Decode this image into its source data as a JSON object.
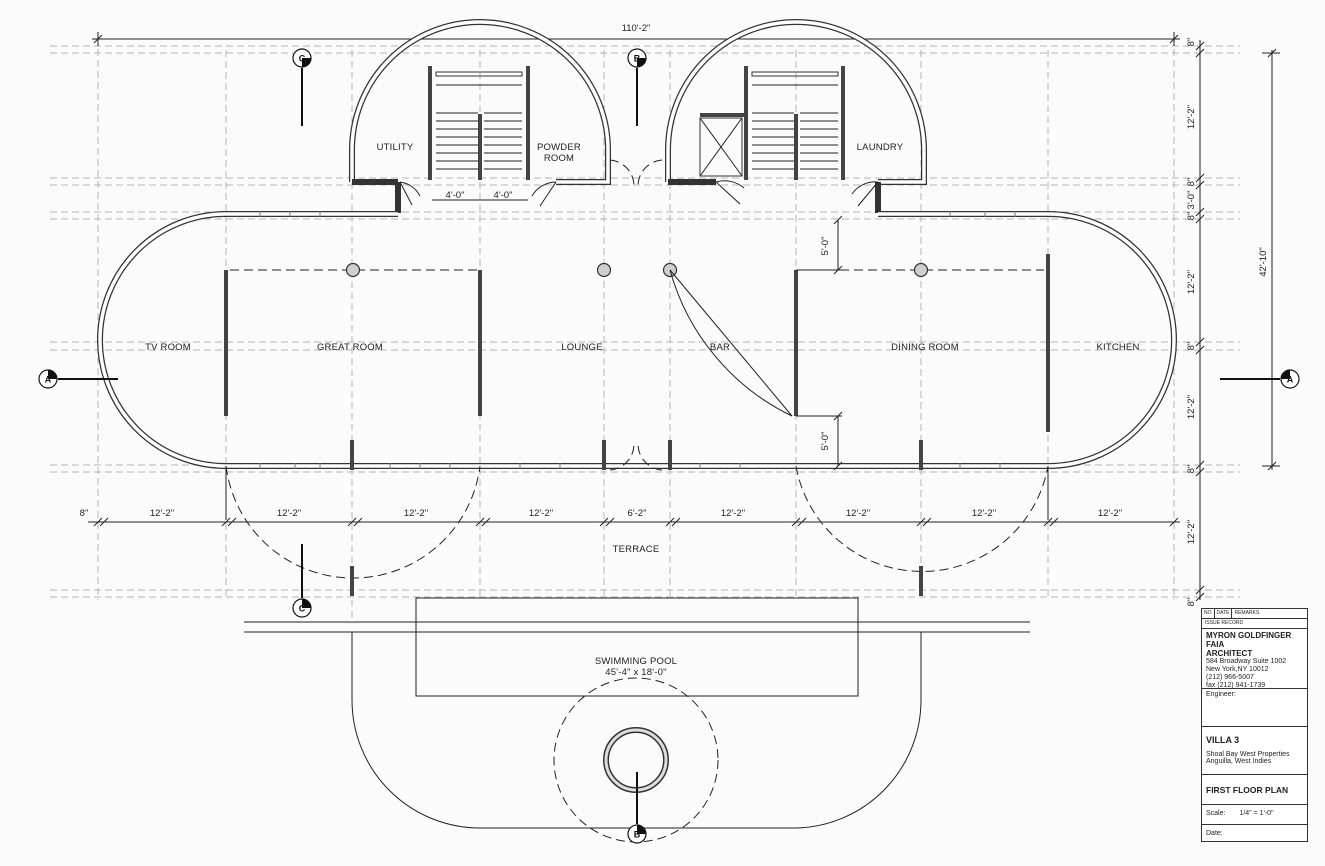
{
  "rooms": {
    "utility": "UTILITY",
    "powder_room_1": "POWDER",
    "powder_room_2": "ROOM",
    "laundry": "LAUNDRY",
    "tv_room": "TV ROOM",
    "great_room": "GREAT ROOM",
    "lounge": "LOUNGE",
    "bar": "BAR",
    "dining_room": "DINING ROOM",
    "kitchen": "KITCHEN",
    "terrace": "TERRACE",
    "pool_1": "SWIMMING POOL",
    "pool_2": "45'-4\" x 18'-0\""
  },
  "dimensions": {
    "overall_width": "110'-2\"",
    "overall_depth": "42'-10\"",
    "stair_a": "4'-0\"",
    "stair_b": "4'-0\"",
    "bar_top": "5'-0\"",
    "bar_bottom": "5'-0\"",
    "bottom_row": [
      "8\"",
      "12'-2\"",
      "12'-2\"",
      "12'-2\"",
      "12'-2\"",
      "6'-2\"",
      "12'-2\"",
      "12'-2\"",
      "12'-2\"",
      "12'-2\""
    ],
    "right_col": [
      "8\"",
      "12'-2\"",
      "8\"",
      "3'-0\"",
      "8\"",
      "12'-2\"",
      "8\"",
      "12'-2\"",
      "8\"",
      "12'-2\"",
      "8\""
    ]
  },
  "section_markers": {
    "a": "A",
    "b": "B",
    "c": "C"
  },
  "title_block": {
    "col_no": "NO",
    "col_date": "DATE",
    "col_remarks": "REMARKS",
    "issue_record": "ISSUE RECORD",
    "firm_1": "MYRON GOLDFINGER FAIA",
    "firm_2": "ARCHITECT",
    "address_1": "584 Broadway  Suite 1002",
    "address_2": "New York,NY 10012",
    "phone": "(212) 966-5007",
    "fax": "fax (212) 941-1739",
    "engineer": "Engineer:",
    "project": "VILLA 3",
    "client_1": "Shoal Bay West Properties",
    "client_2": "Anguilla, West Indies",
    "sheet_title": "FIRST FLOOR PLAN",
    "scale_label": "Scale:",
    "scale_value": "1/4\" = 1'-0\"",
    "date_label": "Date:"
  }
}
